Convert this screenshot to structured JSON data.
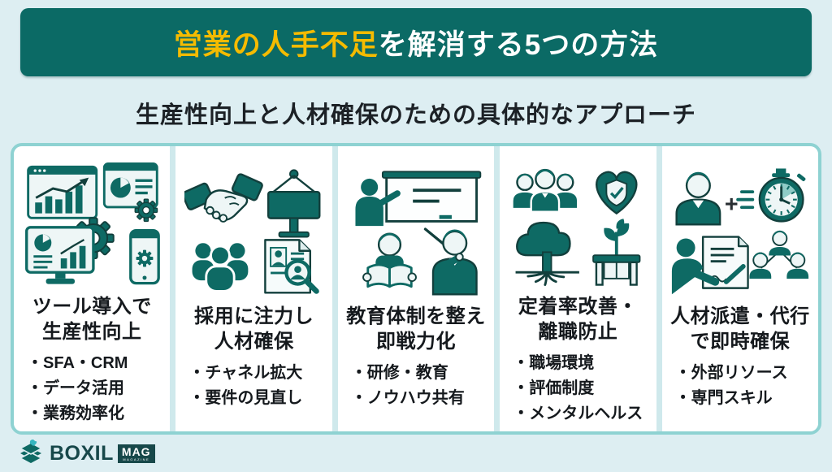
{
  "header": {
    "title_highlight": "営業の人手不足",
    "title_rest": "を解消する5つの方法",
    "subtitle": "生産性向上と人材確保のための具体的なアプローチ"
  },
  "cards": [
    {
      "heading": "ツール導入で\n生産性向上",
      "bullets": [
        "・SFA・CRM",
        "・データ活用",
        "・業務効率化"
      ],
      "icons": [
        "bar-chart-window-icon",
        "pie-report-window-icon",
        "gear-icon",
        "monitor-analytics-icon",
        "smartphone-gear-icon"
      ]
    },
    {
      "heading": "採用に注力し\n人材確保",
      "bullets": [
        "・チャネル拡大",
        "・要件の見直し"
      ],
      "icons": [
        "handshake-icon",
        "signboard-icon",
        "people-group-icon",
        "resume-search-icon"
      ]
    },
    {
      "heading": "教育体制を整え\n即戦力化",
      "bullets": [
        "・研修・教育",
        "・ノウハウ共有"
      ],
      "icons": [
        "whiteboard-presenter-icon",
        "reading-student-icon",
        "teacher-pointer-icon"
      ]
    },
    {
      "heading": "定着率改善・\n離職防止",
      "bullets": [
        "・職場環境",
        "・評価制度",
        "・メンタルヘルス"
      ],
      "icons": [
        "business-team-icon",
        "heart-shield-icon",
        "rooted-tree-icon",
        "plant-bench-icon"
      ]
    },
    {
      "heading": "人材派遣・代行\nで即時確保",
      "plus_label": "+",
      "bullets": [
        "・外部リソース",
        "・専門スキル"
      ],
      "icons": [
        "businessman-icon",
        "plus-sign",
        "stopwatch-icon",
        "contract-signing-icon",
        "team-network-icon"
      ]
    }
  ],
  "footer": {
    "brand": "BOXIL",
    "brand_badge": "MAG",
    "brand_badge_sub": "MAGAZINE"
  },
  "colors": {
    "page_bg": "#ddeef2",
    "banner_bg": "#0b6a65",
    "title_highlight": "#f5bb00",
    "title_rest": "#ffffff",
    "subtitle_text": "#1c2126",
    "card_bg": "#ffffff",
    "card_frame": "#8ed2d2",
    "icon_teal": "#0e6a64",
    "icon_outline": "#123f3c",
    "icon_light": "#eef6f6",
    "text_dark": "#15191d",
    "brand_dark": "#17484a"
  }
}
